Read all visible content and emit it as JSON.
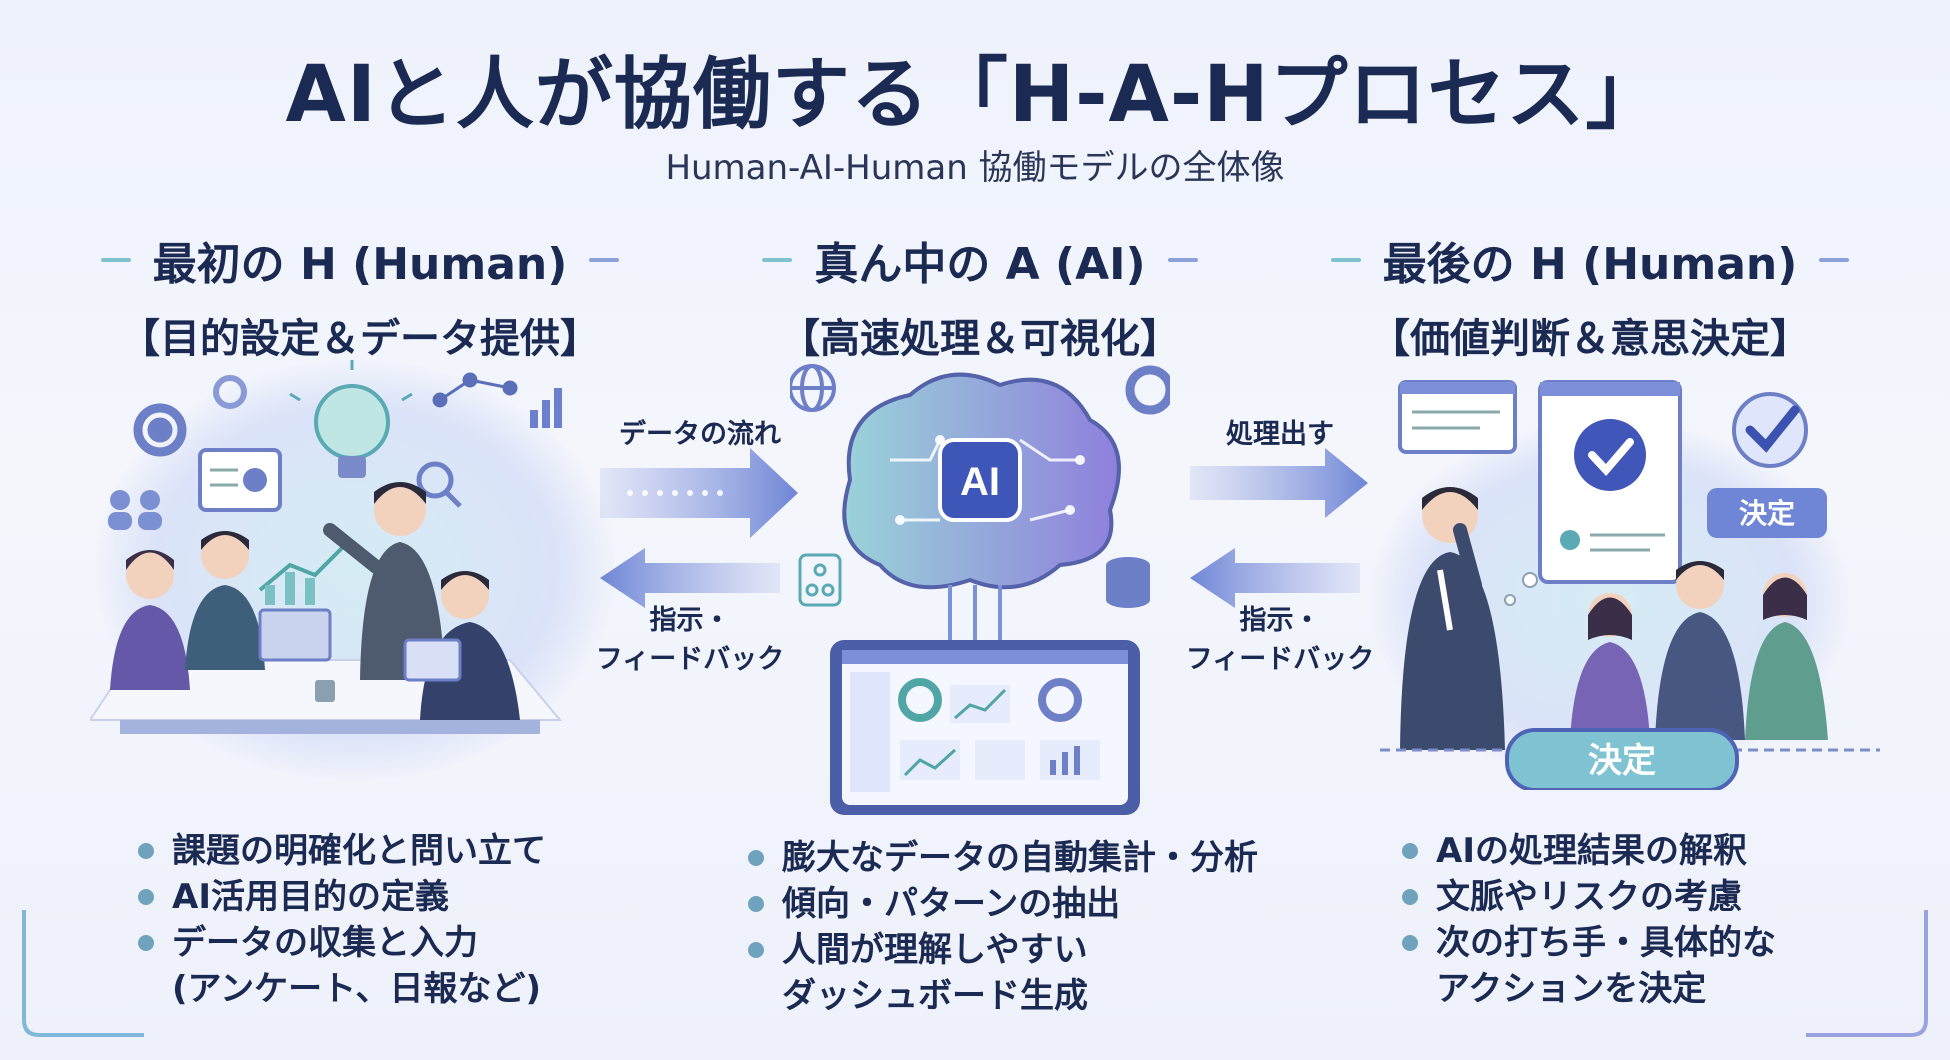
{
  "title": "AIと人が協働する「H-A-Hプロセス」",
  "subtitle": "Human-AI-Human 協働モデルの全体像",
  "columns": [
    {
      "heading": "最初の H (Human)",
      "subheading": "【目的設定＆データ提供】",
      "bullets": [
        "課題の明確化と問い立て",
        "AI活用目的の定義",
        "データの収集と入力",
        "(アンケート、日報など)"
      ]
    },
    {
      "heading": "真ん中の A (AI)",
      "subheading": "【高速処理＆可視化】",
      "bullets": [
        "膨大なデータの自動集計・分析",
        "傾向・パターンの抽出",
        "人間が理解しやすい",
        "ダッシュボード生成"
      ]
    },
    {
      "heading": "最後の H (Human)",
      "subheading": "【価値判断＆意思決定】",
      "bullets": [
        "AIの処理結果の解釈",
        "文脈やリスクの考慮",
        "次の打ち手・具体的な",
        "アクションを決定"
      ]
    }
  ],
  "arrows": {
    "left_forward": "データの流れ",
    "left_back_1": "指示・",
    "left_back_2": "フィードバック",
    "right_forward": "処理出す",
    "right_back_1": "指示・",
    "right_back_2": "フィードバック"
  },
  "ai_badge": "AI",
  "decision_badge_small": "決定",
  "decision_badge_large": "決定",
  "colors": {
    "accent_teal": "#5fb6c8",
    "accent_blue": "#6f86d6",
    "accent_purple": "#8d7fd6",
    "dark_navy": "#1b2a52"
  }
}
